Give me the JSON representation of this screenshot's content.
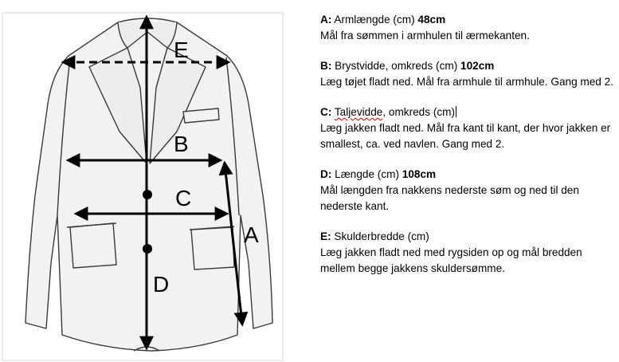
{
  "diagram": {
    "markers": [
      "E",
      "B",
      "C",
      "A",
      "D"
    ]
  },
  "legend": {
    "items": [
      {
        "key": "A",
        "label": "Armlængde (cm)",
        "value": "48cm",
        "description": "Mål fra sømmen i armhulen til ærmekanten."
      },
      {
        "key": "B",
        "label": "Brystvidde, omkreds (cm)",
        "value": "102cm",
        "description": "Læg tøjet fladt ned. Mål fra armhule til armhule. Gang med 2."
      },
      {
        "key": "C",
        "label_prefix": "",
        "label_spellcheck": "Taljevidde",
        "label_suffix": ", omkreds (cm)",
        "value": "",
        "description": "Læg jakken fladt ned. Mål fra kant til kant, der hvor jakken er smallest, ca. ved navlen. Gang med 2."
      },
      {
        "key": "D",
        "label": "Længde (cm)",
        "value": "108cm",
        "description": "Mål længden fra nakkens nederste søm og ned til den nederste kant."
      },
      {
        "key": "E",
        "label": "Skulderbredde (cm)",
        "value": "",
        "description": "Læg jakken fladt ned med rygsiden op og mål bredden mellem begge jakkens skuldersømme."
      }
    ]
  },
  "colors": {
    "ink": "#000000",
    "jacket_fill": "#f2f2f2",
    "jacket_stroke": "#3a3a3a",
    "frame": "#d9d9d9",
    "spellcheck": "#c00000"
  }
}
